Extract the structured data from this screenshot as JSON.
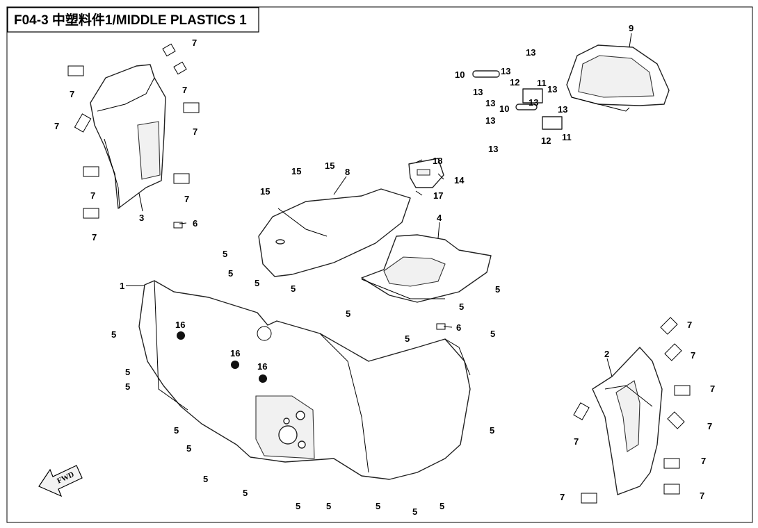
{
  "title": "F04-3 中塑料件1/MIDDLE PLASTICS 1",
  "fwd_label": "FWD",
  "callouts": {
    "c1": "1",
    "c2": "2",
    "c3": "3",
    "c4": "4",
    "c5a": "5",
    "c5b": "5",
    "c5c": "5",
    "c5d": "5",
    "c5e": "5",
    "c5f": "5",
    "c5g": "5",
    "c5h": "5",
    "c5i": "5",
    "c5j": "5",
    "c5k": "5",
    "c5l": "5",
    "c5m": "5",
    "c5n": "5",
    "c5o": "5",
    "c5p": "5",
    "c5q": "5",
    "c5r": "5",
    "c5s": "5",
    "c5t": "5",
    "c5u": "5",
    "c5v": "5",
    "c6a": "6",
    "c6b": "6",
    "c7a": "7",
    "c7b": "7",
    "c7c": "7",
    "c7d": "7",
    "c7e": "7",
    "c7f": "7",
    "c7g": "7",
    "c7h": "7",
    "c7i": "7",
    "c7j": "7",
    "c7k": "7",
    "c7l": "7",
    "c7m": "7",
    "c7n": "7",
    "c7o": "7",
    "c7p": "7",
    "c8": "8",
    "c9": "9",
    "c10a": "10",
    "c10b": "10",
    "c11a": "11",
    "c11b": "11",
    "c12a": "12",
    "c12b": "12",
    "c13a": "13",
    "c13b": "13",
    "c13c": "13",
    "c13d": "13",
    "c13e": "13",
    "c13f": "13",
    "c13g": "13",
    "c13h": "13",
    "c13i": "13",
    "c14": "14",
    "c15a": "15",
    "c15b": "15",
    "c15c": "15",
    "c16a": "16",
    "c16b": "16",
    "c16c": "16",
    "c17": "17",
    "c18": "18"
  }
}
